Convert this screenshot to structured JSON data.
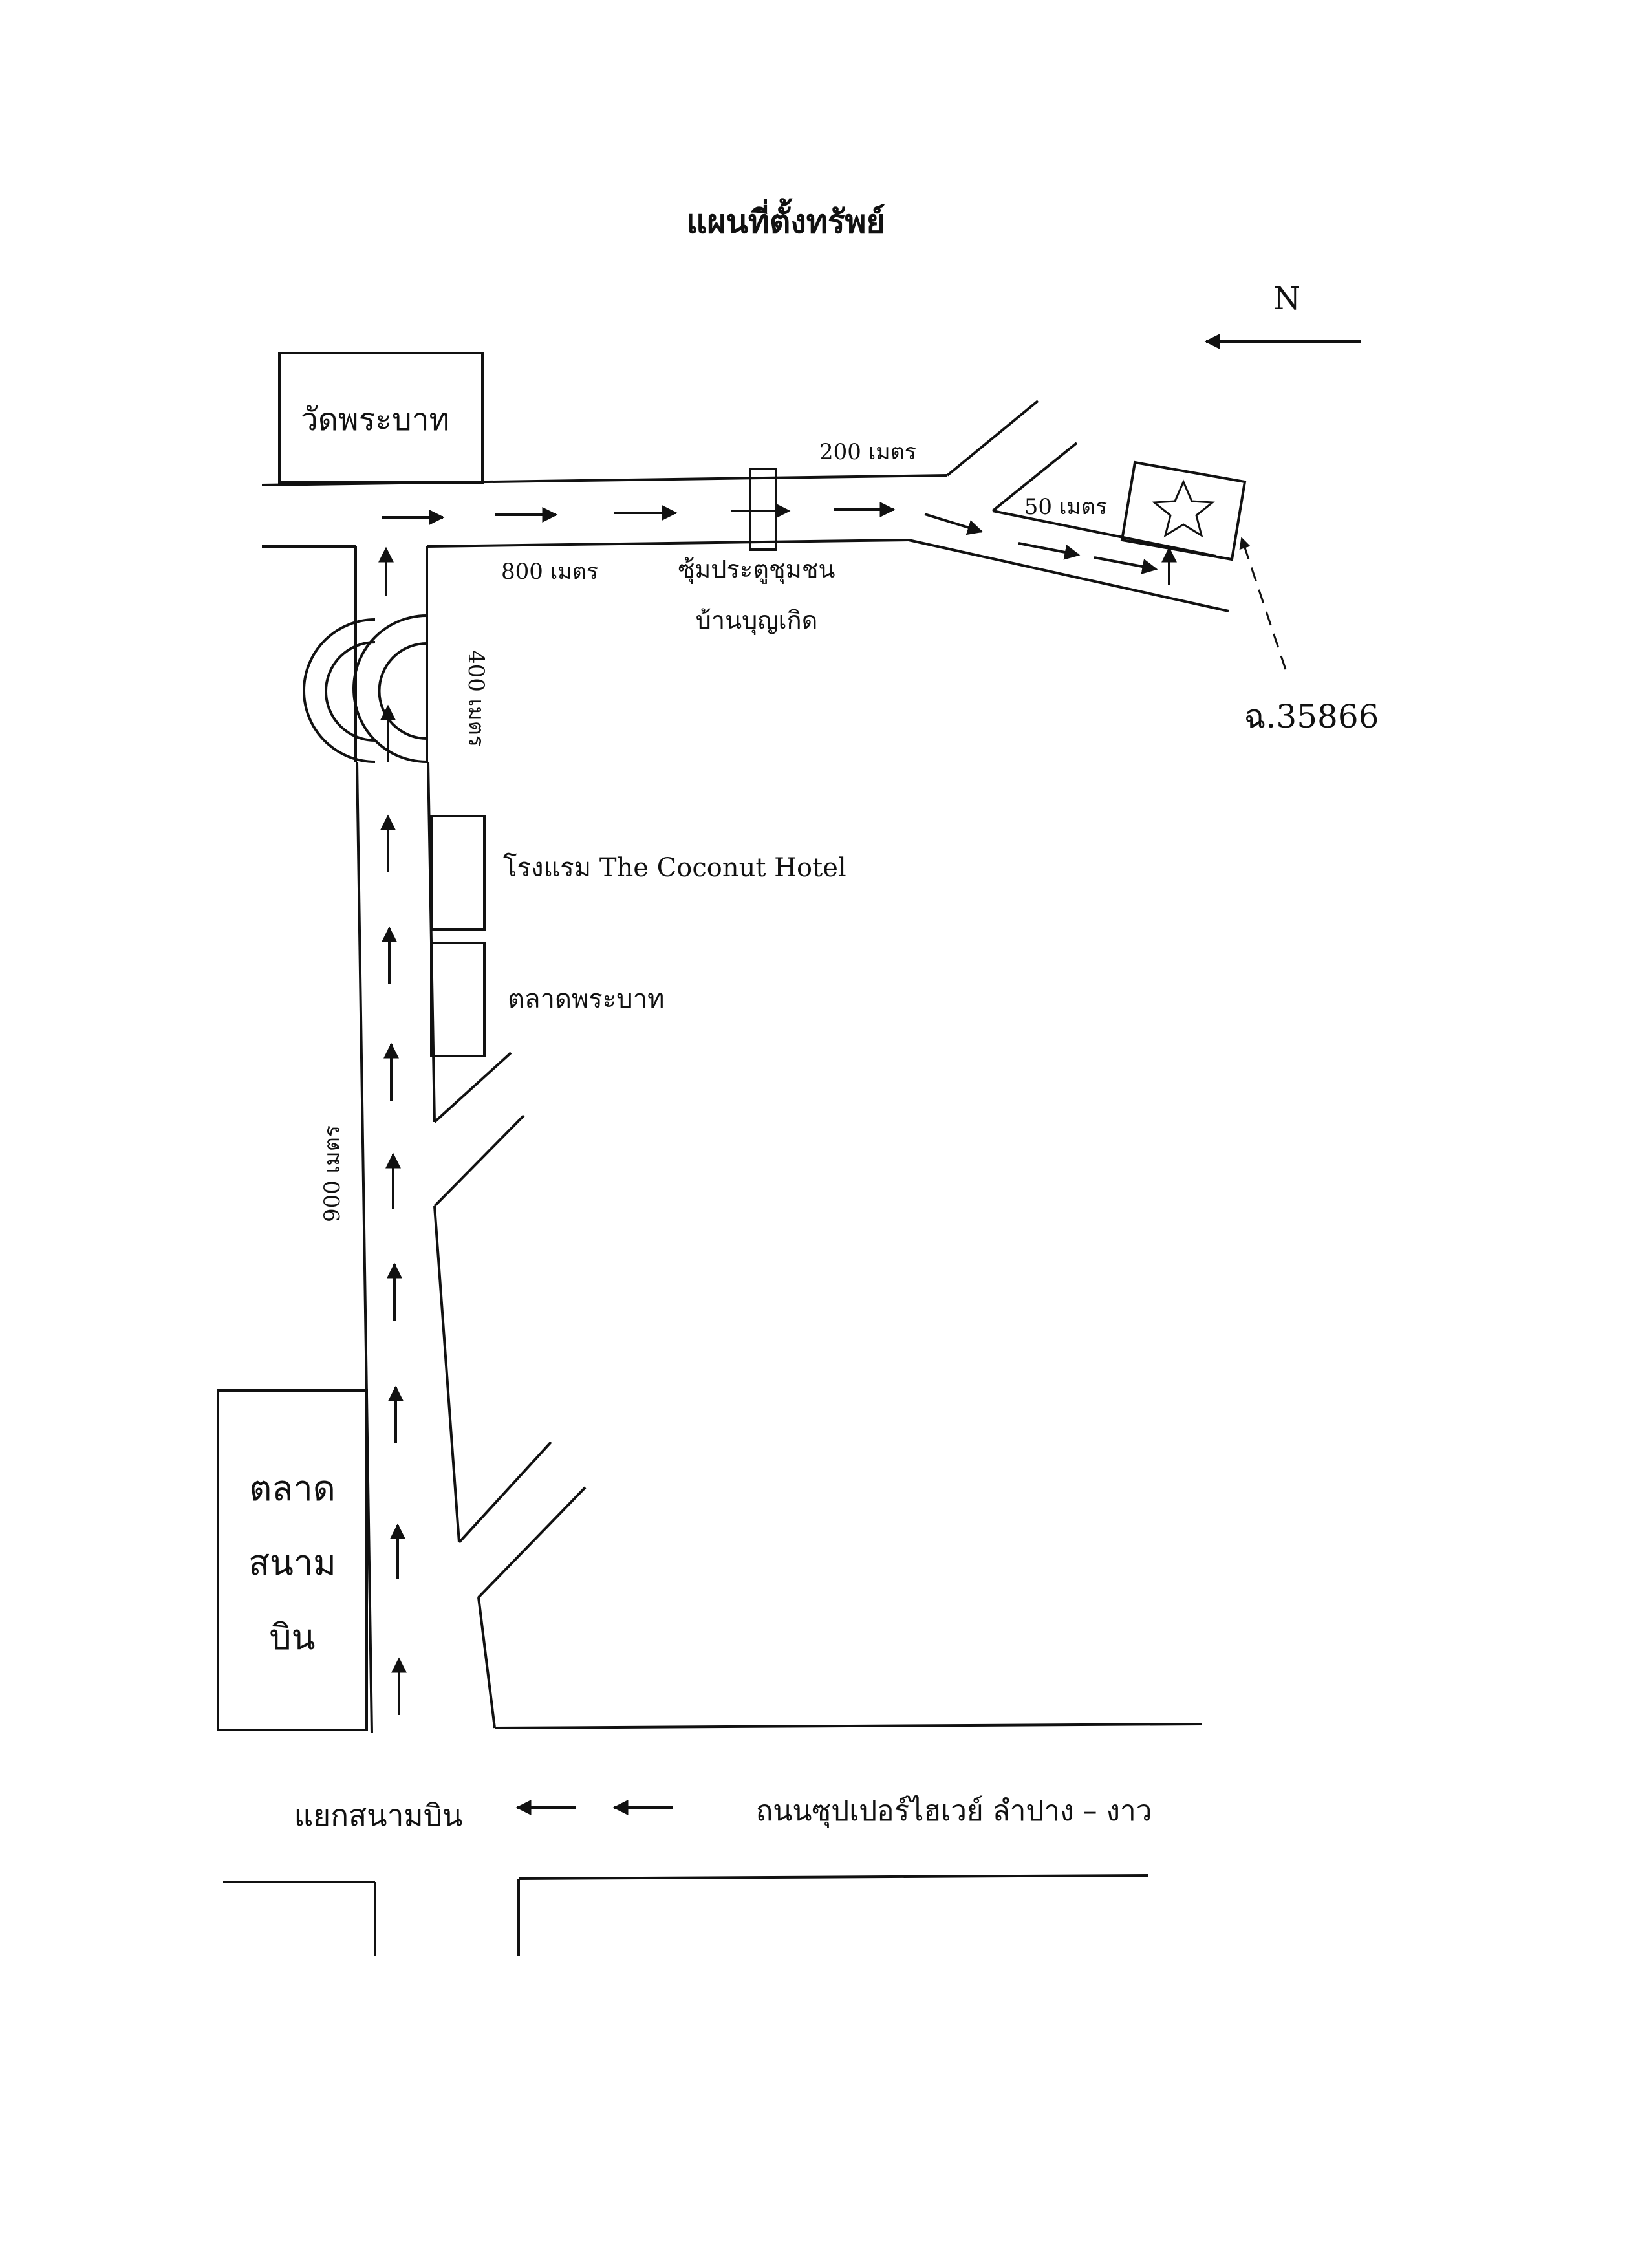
{
  "title": "แผนที่ตั้งทรัพย์",
  "north_label": "N",
  "landmarks": {
    "temple": "วัดพระบาท",
    "gate": "ซุ้มประตูชุมชน",
    "village": "บ้านบุญเกิด",
    "hotel": "โรงแรม The Coconut Hotel",
    "market_phrabat": "ตลาดพระบาท",
    "market_airport_1": "ตลาด",
    "market_airport_2": "สนาม",
    "market_airport_3": "บิน",
    "junction": "แยกสนามบิน",
    "highway": "ถนนซุปเปอร์ไฮเวย์ ลำปาง – งาว",
    "deed": "ฉ.35866"
  },
  "distances": {
    "d800": "800 เมตร",
    "d200": "200 เมตร",
    "d50": "50 เมตร",
    "d400": "400 เมตร",
    "d900": "900 เมตร"
  },
  "colors": {
    "ink": "#111111",
    "paper": "#ffffff"
  },
  "icons": {
    "property": "star-icon",
    "north": "arrow-left-icon"
  }
}
